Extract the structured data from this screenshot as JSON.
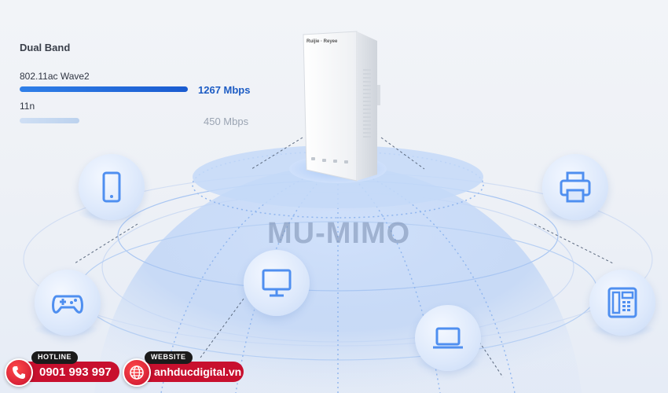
{
  "band": {
    "title": "Dual Band",
    "standards": [
      {
        "name": "802.11ac Wave2",
        "speed": "1267 Mbps",
        "color": "#1d5cc4"
      },
      {
        "name": "11n",
        "speed": "450 Mbps",
        "color": "#9aa4b2"
      }
    ]
  },
  "hero": {
    "label": "MU-MIMO"
  },
  "device": {
    "brand_text": "Ruijie  ·  Reyee"
  },
  "clients": [
    {
      "name": "tablet-icon"
    },
    {
      "name": "printer-icon"
    },
    {
      "name": "gamepad-icon"
    },
    {
      "name": "monitor-icon"
    },
    {
      "name": "laptop-icon"
    },
    {
      "name": "desk-phone-icon"
    }
  ],
  "contact": {
    "hotline_tag": "HOTLINE",
    "hotline_number": "0901 993 997",
    "website_tag": "WEBSITE",
    "website_url": "anhducdigital.vn"
  },
  "colors": {
    "accent": "#1d5cc4",
    "brand_red": "#c8102e",
    "icon_stroke": "#4f8ff0"
  }
}
